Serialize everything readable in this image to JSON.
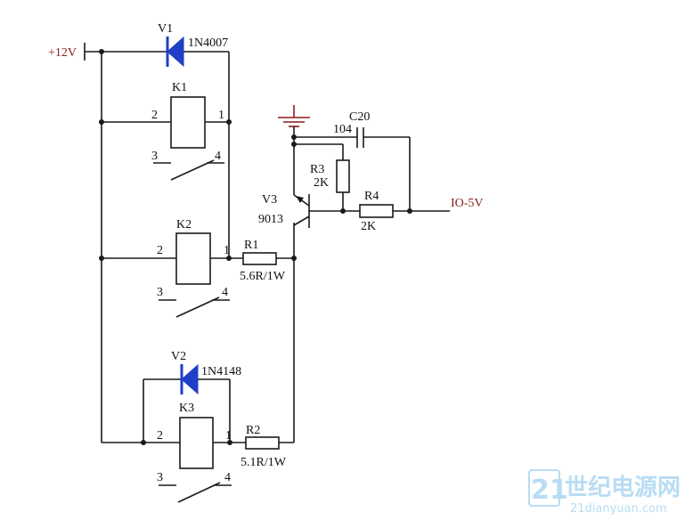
{
  "nets": {
    "supply": "+12V",
    "io": "IO-5V"
  },
  "diodes": {
    "v1": {
      "ref": "V1",
      "part": "1N4007"
    },
    "v2": {
      "ref": "V2",
      "part": "1N4148"
    }
  },
  "relays": {
    "k1": {
      "ref": "K1",
      "pin1": "1",
      "pin2": "2",
      "pin3": "3",
      "pin4": "4"
    },
    "k2": {
      "ref": "K2",
      "pin1": "1",
      "pin2": "2",
      "pin3": "3",
      "pin4": "4"
    },
    "k3": {
      "ref": "K3",
      "pin1": "1",
      "pin2": "2",
      "pin3": "3",
      "pin4": "4"
    }
  },
  "resistors": {
    "r1": {
      "ref": "R1",
      "value": "5.6R/1W"
    },
    "r2": {
      "ref": "R2",
      "value": "5.1R/1W"
    },
    "r3": {
      "ref": "R3",
      "value": "2K"
    },
    "r4": {
      "ref": "R4",
      "value": "2K"
    }
  },
  "capacitor": {
    "ref": "C20",
    "value": "104"
  },
  "transistor": {
    "ref": "V3",
    "part": "9013"
  },
  "watermark": {
    "logo": "21",
    "brand": "世纪电源网",
    "url": "21dianyuan.com"
  },
  "colors": {
    "wire": "#1a1a1a",
    "diode": "#1f3fc8",
    "net_label": "#8a1c1c",
    "watermark": "#b8dcf4"
  }
}
